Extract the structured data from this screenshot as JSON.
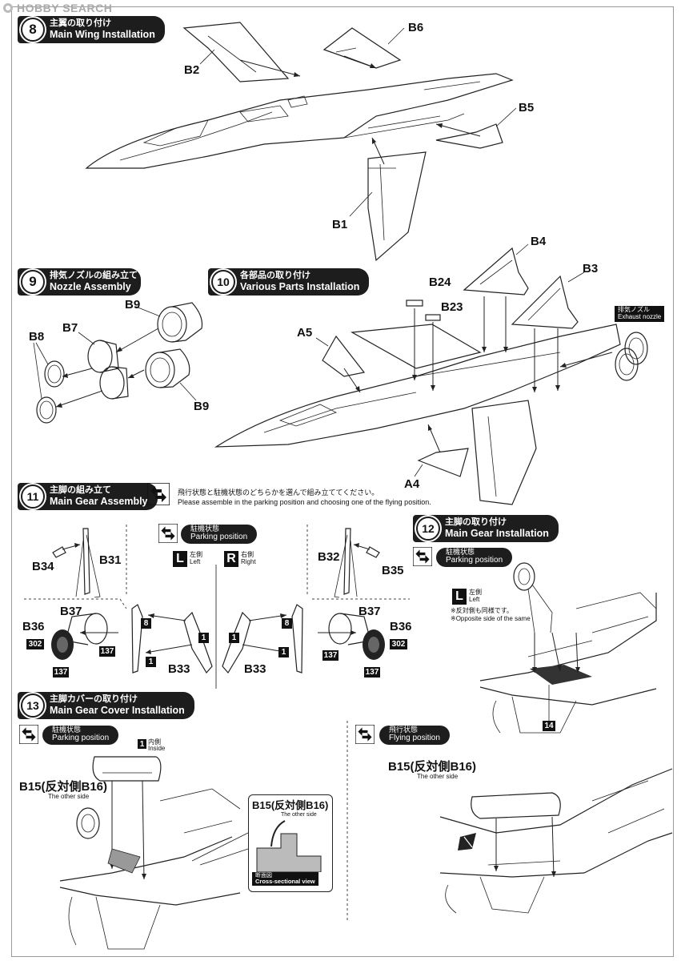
{
  "watermark": "HOBBY SEARCH",
  "steps": {
    "s8": {
      "num": "8",
      "jp": "主翼の取り付け",
      "en": "Main Wing Installation"
    },
    "s9": {
      "num": "9",
      "jp": "排気ノズルの組み立て",
      "en": "Nozzle Assembly"
    },
    "s10": {
      "num": "10",
      "jp": "各部品の取り付け",
      "en": "Various Parts Installation"
    },
    "s11": {
      "num": "11",
      "jp": "主脚の組み立て",
      "en": "Main Gear Assembly"
    },
    "s12": {
      "num": "12",
      "jp": "主脚の取り付け",
      "en": "Main Gear Installation"
    },
    "s13": {
      "num": "13",
      "jp": "主脚カバーの取り付け",
      "en": "Main Gear Cover Installation"
    }
  },
  "step8": {
    "labels": {
      "b2": "B2",
      "b6": "B6",
      "b5": "B5",
      "b1": "B1"
    }
  },
  "step9": {
    "labels": {
      "b9a": "B9",
      "b7": "B7",
      "b8": "B8",
      "b9b": "B9"
    }
  },
  "step10": {
    "labels": {
      "b4": "B4",
      "b3": "B3",
      "b24": "B24",
      "b23": "B23",
      "a5": "A5",
      "a4": "A4"
    },
    "exhaust": {
      "jp": "排気ノズル",
      "en": "Exhaust nozzle"
    }
  },
  "step11": {
    "choice_note": {
      "jp": "飛行状態と駐機状態のどちらかを選んで組み立ててください。",
      "en": "Please assemble in the parking position and choosing one of the flying position."
    },
    "parking": {
      "jp": "駐機状態",
      "en": "Parking position"
    },
    "left": {
      "letter": "L",
      "jp": "左側",
      "en": "Left"
    },
    "right": {
      "letter": "R",
      "jp": "右側",
      "en": "Right"
    },
    "labels_left": {
      "b34": "B34",
      "b31": "B31",
      "b37": "B37",
      "b36": "B36",
      "b33": "B33"
    },
    "labels_right": {
      "b32": "B32",
      "b35": "B35",
      "b37": "B37",
      "b36": "B36",
      "b33": "B33"
    },
    "codes": {
      "c8": "8",
      "c1": "1",
      "c302": "302",
      "c137": "137"
    }
  },
  "step12": {
    "parking": {
      "jp": "駐機状態",
      "en": "Parking position"
    },
    "left": {
      "letter": "L",
      "jp": "左側",
      "en": "Left"
    },
    "note": {
      "jp": "※反対側も同様です。",
      "en": "※Opposite side of the same"
    },
    "code": "14"
  },
  "step13": {
    "parking": {
      "jp": "駐機状態",
      "en": "Parking position"
    },
    "flying": {
      "jp": "飛行状態",
      "en": "Flying position"
    },
    "inside": {
      "code": "1",
      "jp": "内側",
      "en": "Inside"
    },
    "part_left": "B15(反対側B16)",
    "part_left_sub": "The other side",
    "part_right": "B15(反対側B16)",
    "part_right_sub": "The other side",
    "section": {
      "part": "B15(反対側B16)",
      "sub": "The other side",
      "jp": "断面図",
      "en": "Cross-sectional view"
    }
  }
}
